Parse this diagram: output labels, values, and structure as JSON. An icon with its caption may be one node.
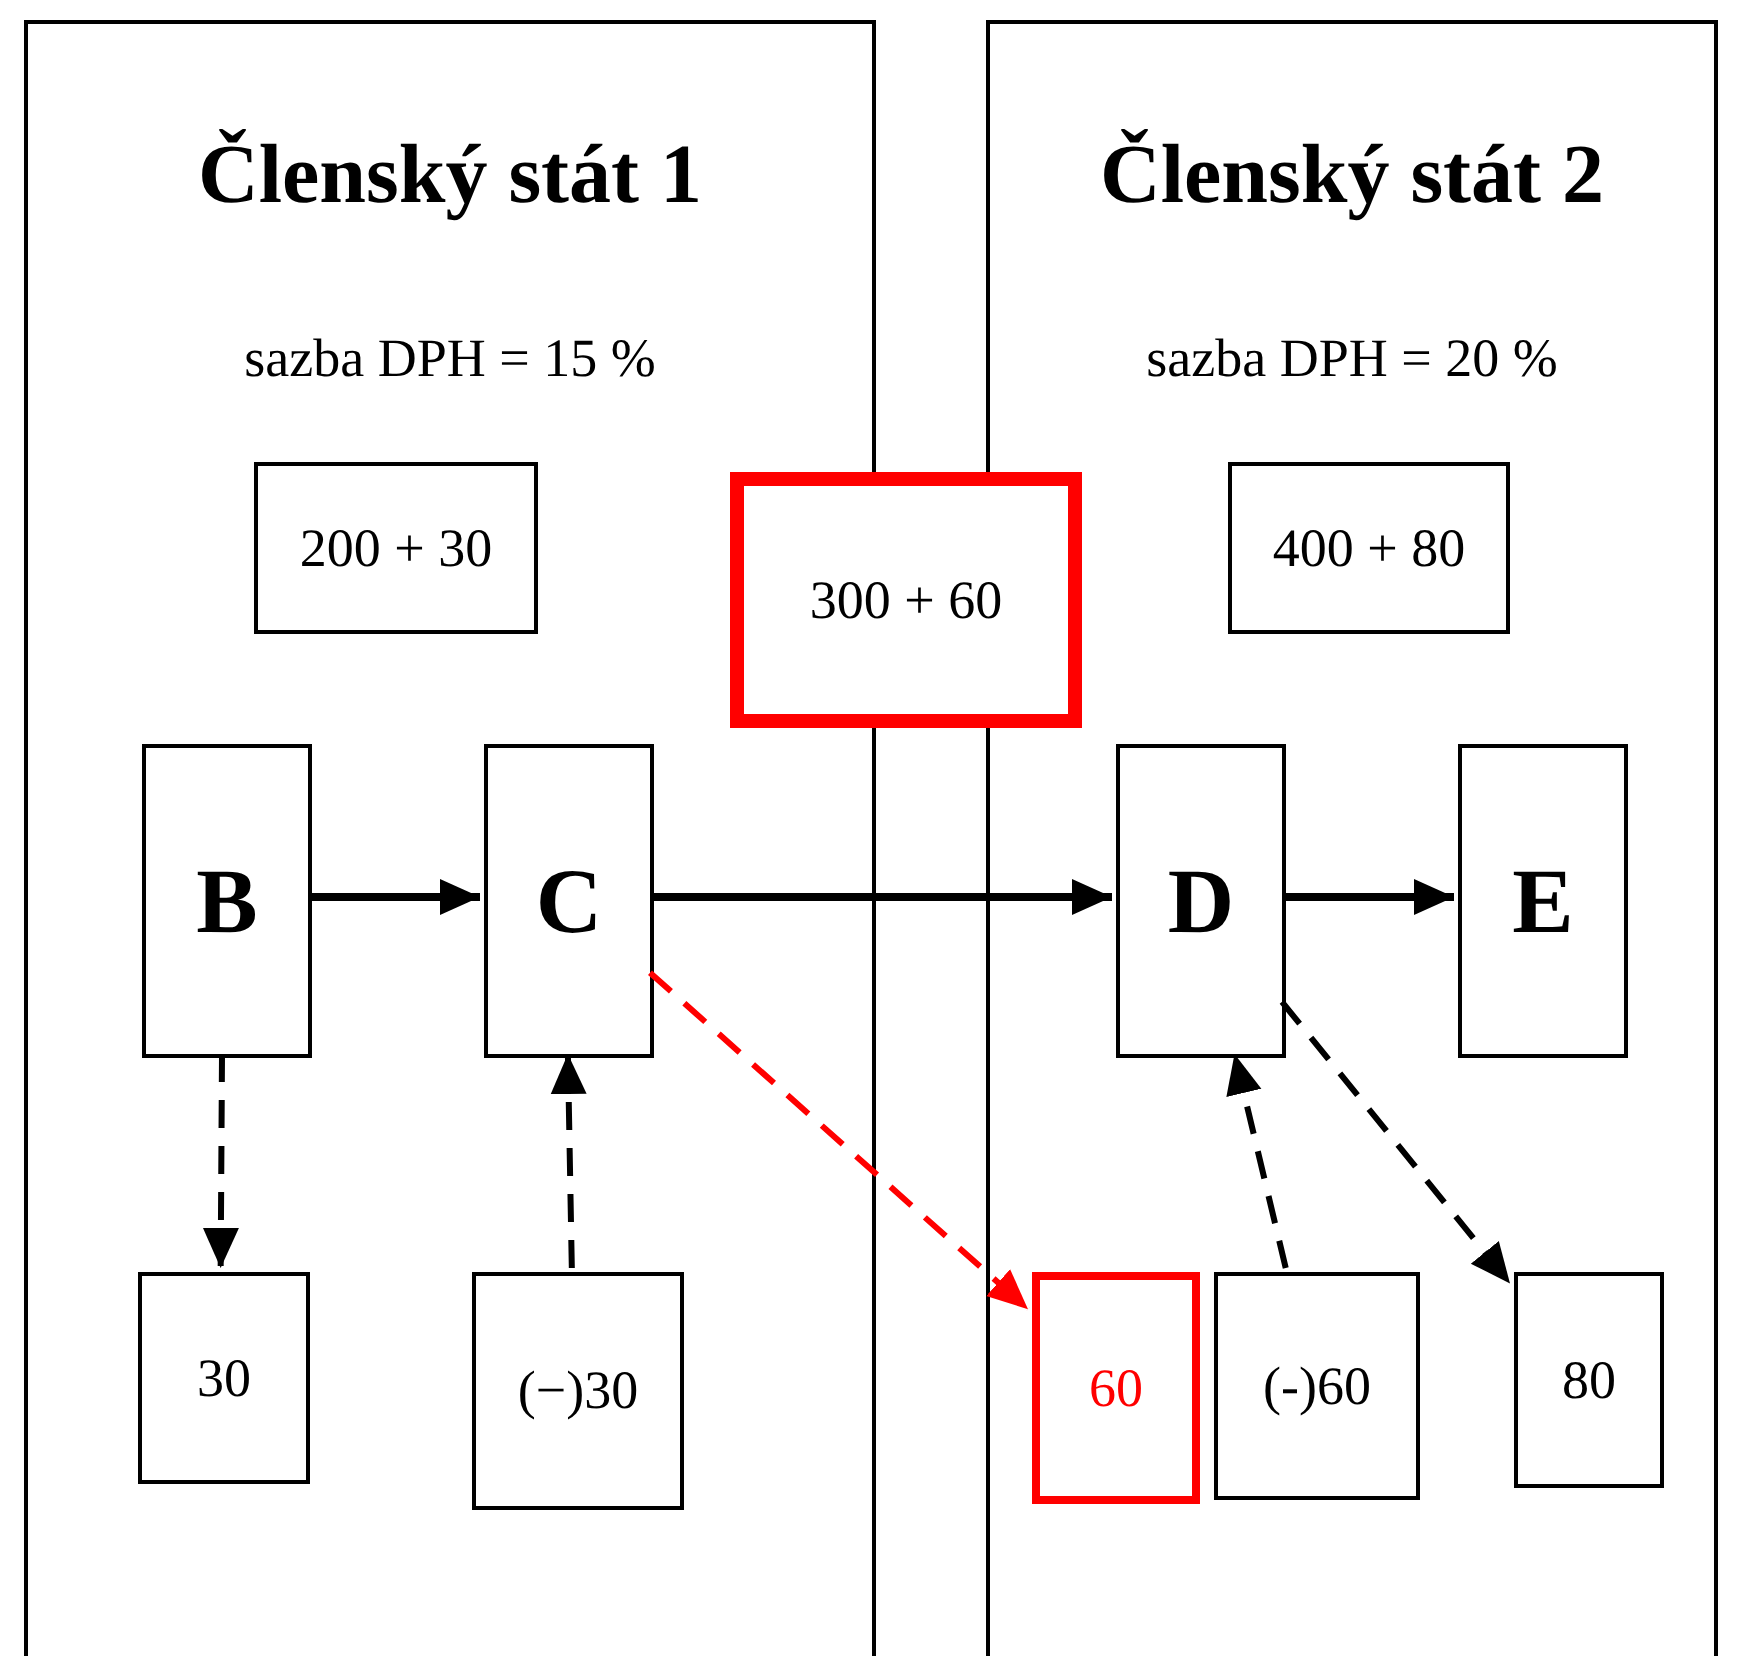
{
  "diagram": {
    "nodes": [
      {
        "text": [
          "Členský stát 1",
          "sazba DPH = 15 %"
        ]
      },
      {
        "text": [
          "Členský stát 2",
          "sazba DPH = 20 %"
        ]
      },
      {
        "text": [
          "200 + 30"
        ],
        "in": 0
      },
      {
        "text": [
          "300 + 60"
        ]
      },
      {
        "text": [
          "400 + 80"
        ],
        "in": 1
      },
      {
        "text": [
          "B"
        ],
        "in": 0
      },
      {
        "text": [
          "C"
        ],
        "in": 0
      },
      {
        "text": [
          "D"
        ],
        "in": 1
      },
      {
        "text": [
          "E"
        ],
        "in": 1
      },
      {
        "text": [
          "30"
        ],
        "in": 0
      },
      {
        "text": [
          "(−)30"
        ],
        "in": 0
      },
      {
        "text": [
          "60"
        ],
        "in": 1
      },
      {
        "text": [
          "(-)60"
        ],
        "in": 1
      },
      {
        "text": [
          "80"
        ],
        "in": 1
      }
    ],
    "edges": [
      {
        "from": 5,
        "to": 6,
        "arrow": "to"
      },
      {
        "from": 6,
        "to": 7,
        "arrow": "to"
      },
      {
        "from": 7,
        "to": 8,
        "arrow": "to"
      },
      {
        "from": 5,
        "to": 9,
        "arrow": "to",
        "style": "dashed"
      },
      {
        "from": 10,
        "to": 6,
        "arrow": "to",
        "style": "dashed"
      },
      {
        "from": 6,
        "to": 11,
        "arrow": "to",
        "style": "dashed",
        "color": "#ff0000"
      },
      {
        "from": 12,
        "to": 7,
        "arrow": "to",
        "style": "dashed"
      },
      {
        "from": 7,
        "to": 13,
        "arrow": "to",
        "style": "dashed"
      }
    ]
  }
}
